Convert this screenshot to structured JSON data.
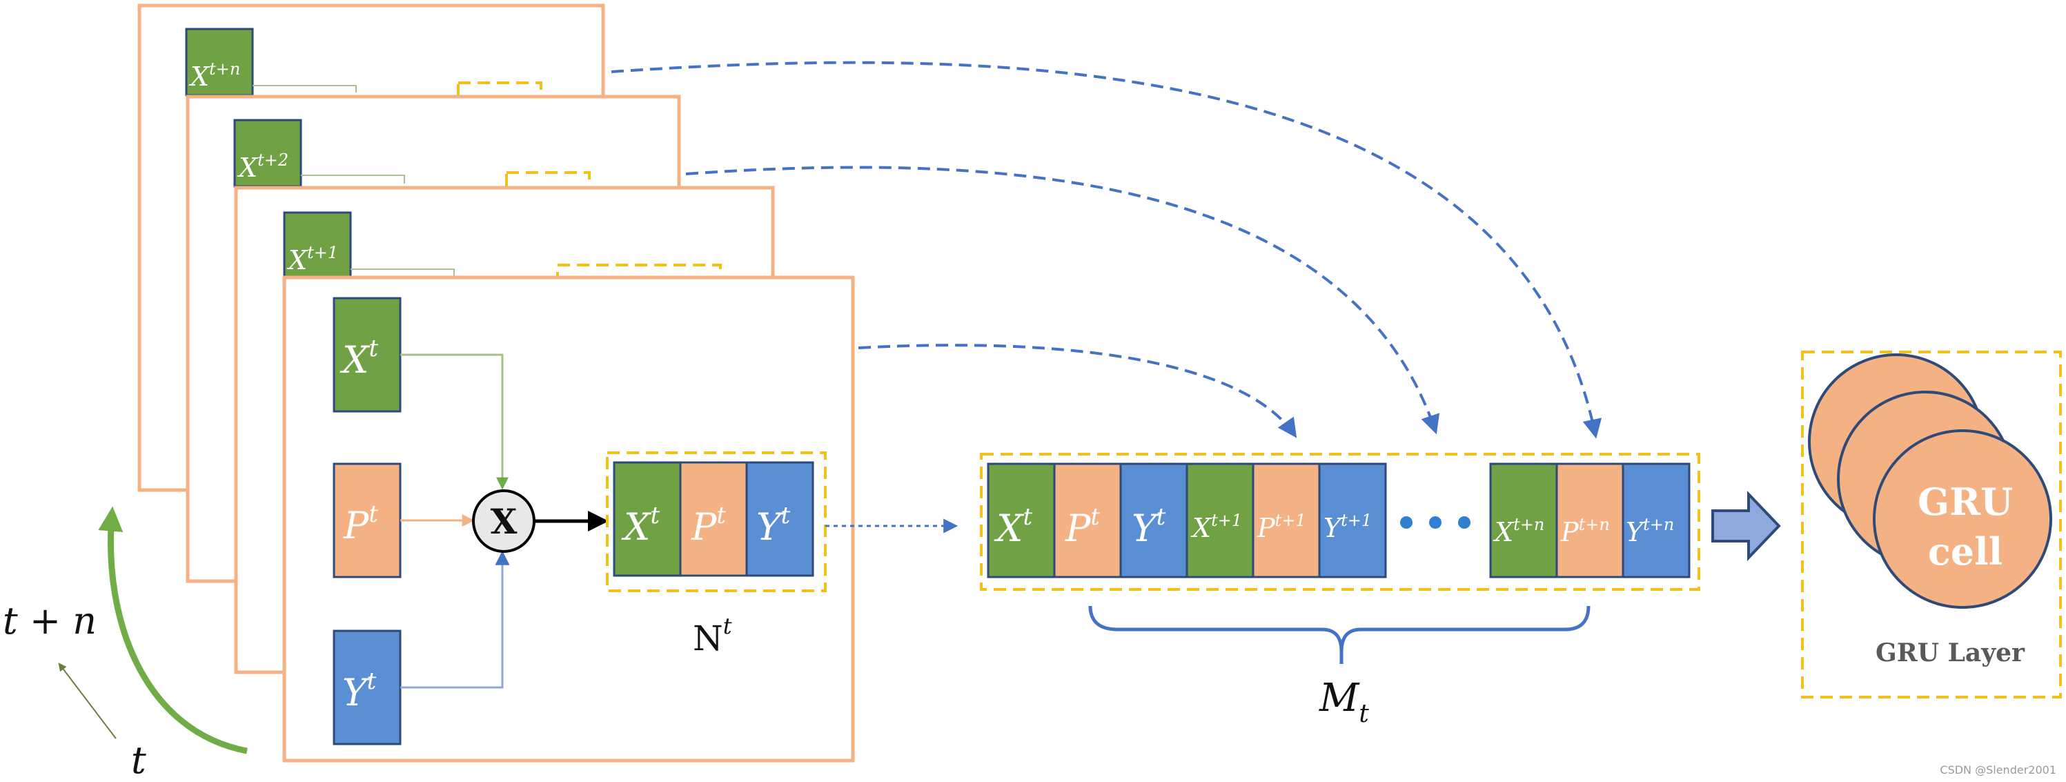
{
  "colors": {
    "x_cell": "#70a144",
    "p_cell": "#f4b183",
    "y_cell": "#5b8fd4",
    "frame": "#f4b183",
    "dashed_box": "#f2c21c",
    "arrow_blue": "#4472c4",
    "arrow_green": "#70ad47",
    "gru_circle": "#f4b183"
  },
  "stack_labels": {
    "back_n": {
      "base": "X",
      "sup": "t+n"
    },
    "back_2": {
      "base": "X",
      "sup": "t+2"
    },
    "back_1": {
      "base": "X",
      "sup": "t+1"
    }
  },
  "front_frame": {
    "x_input": {
      "base": "X",
      "sup": "t"
    },
    "p_input": {
      "base": "P",
      "sup": "t"
    },
    "y_input": {
      "base": "Y",
      "sup": "t"
    },
    "multiply_symbol": "X",
    "concat": [
      {
        "base": "X",
        "sup": "t"
      },
      {
        "base": "P",
        "sup": "t"
      },
      {
        "base": "Y",
        "sup": "t"
      }
    ],
    "concat_label": {
      "base": "N",
      "sup": "t"
    }
  },
  "sequence": {
    "cells": [
      {
        "base": "X",
        "sup": "t"
      },
      {
        "base": "P",
        "sup": "t"
      },
      {
        "base": "Y",
        "sup": "t"
      },
      {
        "base": "X",
        "sup": "t+1"
      },
      {
        "base": "P",
        "sup": "t+1"
      },
      {
        "base": "Y",
        "sup": "t+1"
      },
      {
        "base": "X",
        "sup": "t+n"
      },
      {
        "base": "P",
        "sup": "t+n"
      },
      {
        "base": "Y",
        "sup": "t+n"
      }
    ],
    "brace_label": {
      "base": "M",
      "sub": "t"
    }
  },
  "time_axis": {
    "top": "t + n",
    "bottom": "t"
  },
  "gru": {
    "cell_line1": "GRU",
    "cell_line2": "cell",
    "layer_label": "GRU Layer"
  },
  "watermark": "CSDN @Slender2001"
}
